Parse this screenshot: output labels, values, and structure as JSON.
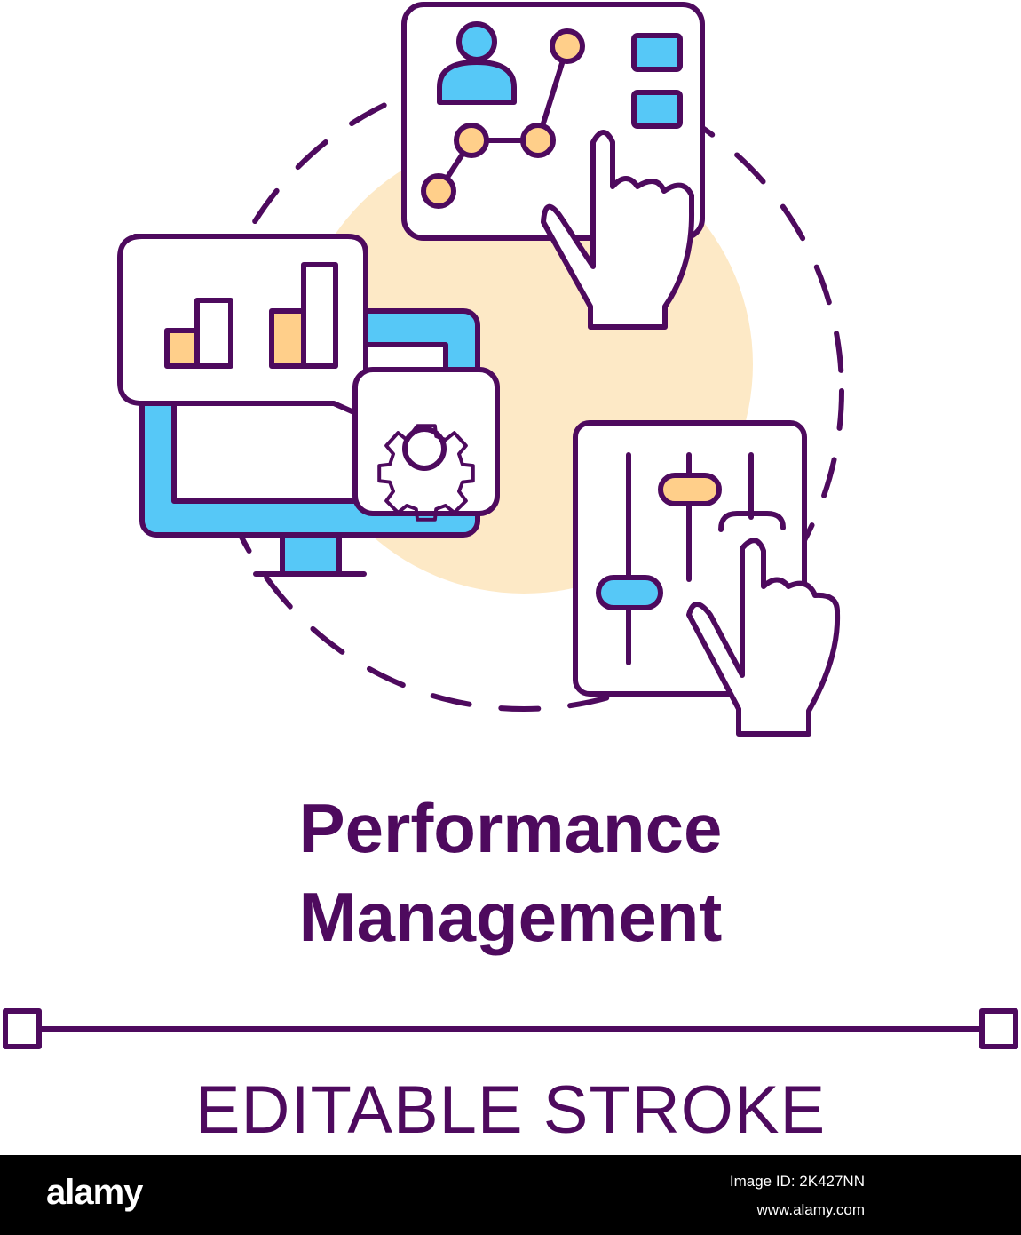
{
  "title": {
    "line1": "Performance",
    "line2": "Management"
  },
  "caption": "EDITABLE STROKE",
  "footer": {
    "brand": "alamy",
    "image_id": "Image ID: 2K427NN",
    "site": "www.alamy.com"
  },
  "colors": {
    "stroke": "#4e0a5e",
    "accent_blue": "#56c8f7",
    "accent_orange": "#ffcf8a",
    "background_circle": "#fde9c6"
  },
  "icons": [
    "user-icon",
    "network-graph-icon",
    "pointing-hand-icon",
    "bar-chart-icon",
    "monitor-icon",
    "gear-icon",
    "sliders-icon"
  ]
}
